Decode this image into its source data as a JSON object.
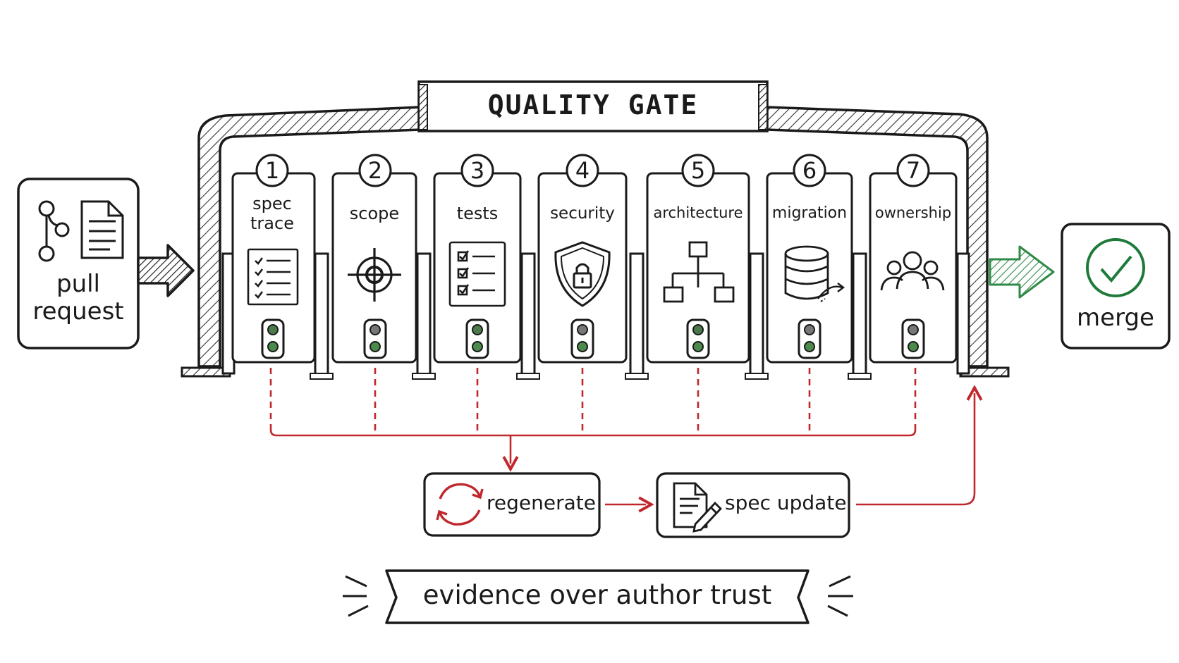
{
  "gate": {
    "title": "QUALITY GATE"
  },
  "input": {
    "label_line1": "pull",
    "label_line2": "request",
    "icons": [
      "git-branch-icon",
      "document-icon"
    ]
  },
  "output": {
    "label": "merge",
    "icon": "check-circle-icon",
    "color": "#1f7a3a"
  },
  "steps": [
    {
      "number": "1",
      "label_line1": "spec",
      "label_line2": "trace",
      "icon": "checklist-icon"
    },
    {
      "number": "2",
      "label_line1": "scope",
      "label_line2": "",
      "icon": "crosshair-icon"
    },
    {
      "number": "3",
      "label_line1": "tests",
      "label_line2": "",
      "icon": "test-checklist-icon"
    },
    {
      "number": "4",
      "label_line1": "security",
      "label_line2": "",
      "icon": "shield-lock-icon"
    },
    {
      "number": "5",
      "label_line1": "architecture",
      "label_line2": "",
      "icon": "hierarchy-icon"
    },
    {
      "number": "6",
      "label_line1": "migration",
      "label_line2": "",
      "icon": "database-icon"
    },
    {
      "number": "7",
      "label_line1": "ownership",
      "label_line2": "",
      "icon": "people-icon"
    }
  ],
  "feedback": {
    "regenerate_label": "regenerate",
    "regenerate_icon": "refresh-icon",
    "spec_update_label": "spec update",
    "spec_update_icon": "document-edit-icon",
    "color": "#c0282d"
  },
  "motto": {
    "text": "evidence over author trust"
  }
}
